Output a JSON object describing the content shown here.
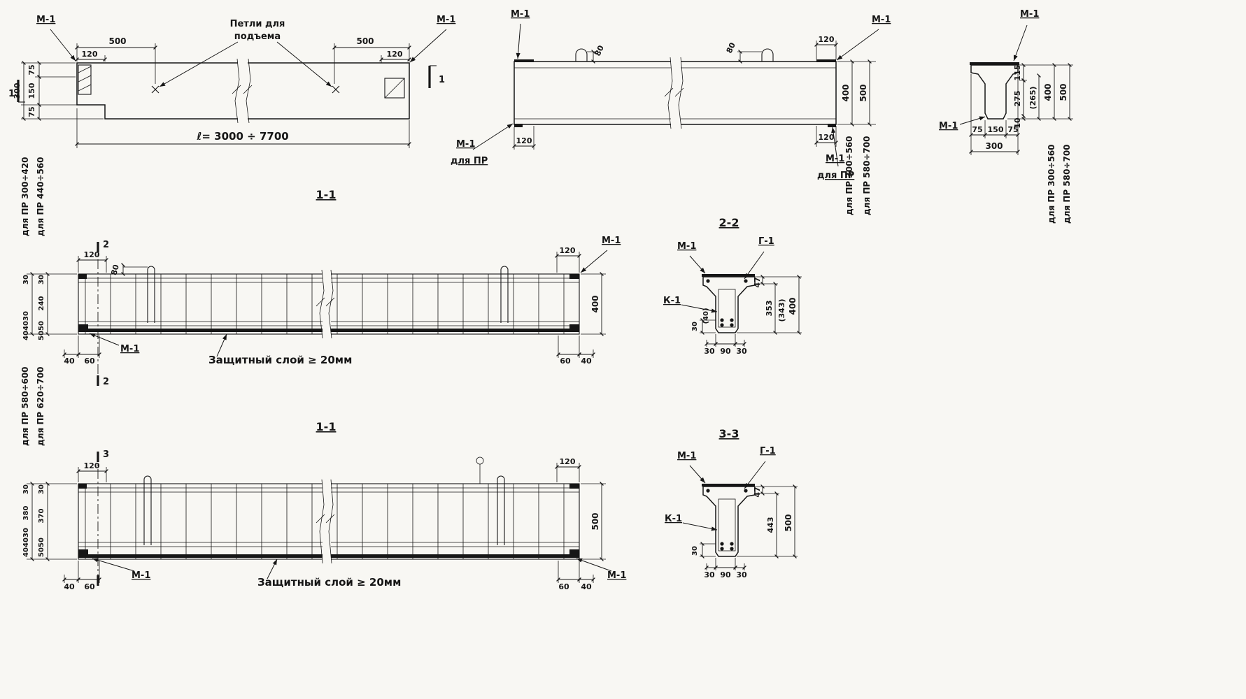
{
  "elevation": {
    "m1_left": "М-1",
    "m1_right": "М-1",
    "loops_line1": "Петли для",
    "loops_line2": "подъема",
    "dim_500_left": "500",
    "dim_120_left": "120",
    "dim_500_right": "500",
    "dim_120_right": "120",
    "dim_75_top": "75",
    "dim_150": "150",
    "dim_75_bottom": "75",
    "dim_300": "300",
    "dim_length": "ℓ= 3000 ÷ 7700",
    "cut_left": "1",
    "cut_right": "1"
  },
  "plan_view": {
    "m1_left": "М-1",
    "m1_right": "М-1",
    "dim_80_left": "80",
    "dim_80_right": "80",
    "dim_120_top_right": "120",
    "dim_120_bottom_left": "120",
    "dim_120_bottom_right": "120",
    "m1_bottom_left": "М-1",
    "for_pr_bottom_left": "для ПР",
    "m1_bottom_right": "М-1",
    "for_pr_bottom_right": "для ПР",
    "dim_400": "400",
    "dim_500": "500",
    "range_400": "для ПР 300÷560",
    "range_500": "для ПР 580÷700"
  },
  "profile": {
    "m1_top": "М-1",
    "m1_left": "М-1",
    "dim_115": "115",
    "dim_275": "275",
    "dim_10": "10",
    "dim_265": "(265)",
    "dim_400": "400",
    "dim_500": "500",
    "dim_75_left": "75",
    "dim_150": "150",
    "dim_75_right": "75",
    "dim_300": "300",
    "range_400": "для ПР 300÷560",
    "range_500": "для ПР 580÷700"
  },
  "section_1_1_a": {
    "title": "1-1",
    "cut_top": "2",
    "cut_bottom": "2",
    "dim_120_left": "120",
    "dim_80": "80",
    "dim_120_right": "120",
    "m1_top_right": "М-1",
    "m1_bottom_left": "М-1",
    "dim_400": "400",
    "cover_note": "Защитный слой ≥ 20мм",
    "dim_40_left": "40",
    "dim_60_left": "60",
    "dim_60_right": "60",
    "dim_40_right": "40",
    "range_a": "для ПР 300÷420",
    "range_b": "для ПР 440÷560",
    "left_dims": {
      "d1": "30",
      "d2": "30",
      "d3": "240",
      "d4": "30",
      "d5": "40",
      "d6": "50",
      "d7": "40",
      "d8": "50"
    }
  },
  "section_1_1_b": {
    "title": "1-1",
    "cut_top": "3",
    "dim_120_left": "120",
    "dim_120_right": "120",
    "m1_bottom_left": "М-1",
    "m1_bottom_right": "М-1",
    "dim_500": "500",
    "cover_note": "Защитный слой ≥ 20мм",
    "dim_40_left": "40",
    "dim_60_left": "60",
    "dim_60_right": "60",
    "dim_40_right": "40",
    "range_a": "для ПР 580÷600",
    "range_b": "для ПР 620÷700",
    "left_dims": {
      "d1": "30",
      "d2": "30",
      "d3": "380",
      "d4": "370",
      "d5": "30",
      "d6": "40",
      "d7": "50",
      "d8": "40",
      "d9": "50"
    }
  },
  "section_2_2": {
    "title": "2-2",
    "m1": "М-1",
    "g1": "Г-1",
    "k1": "К-1",
    "dim_47": "47",
    "dim_353": "353",
    "dim_343": "(343)",
    "dim_400": "400",
    "dim_30_left": "30",
    "dim_40_alt": "(40)",
    "dim_30_b1": "30",
    "dim_90": "90",
    "dim_30_b2": "30"
  },
  "section_3_3": {
    "title": "3-3",
    "m1": "М-1",
    "g1": "Г-1",
    "k1": "К-1",
    "dim_47": "47",
    "dim_443": "443",
    "dim_500": "500",
    "dim_30_left": "30",
    "dim_30_b1": "30",
    "dim_90": "90",
    "dim_30_b2": "30"
  }
}
